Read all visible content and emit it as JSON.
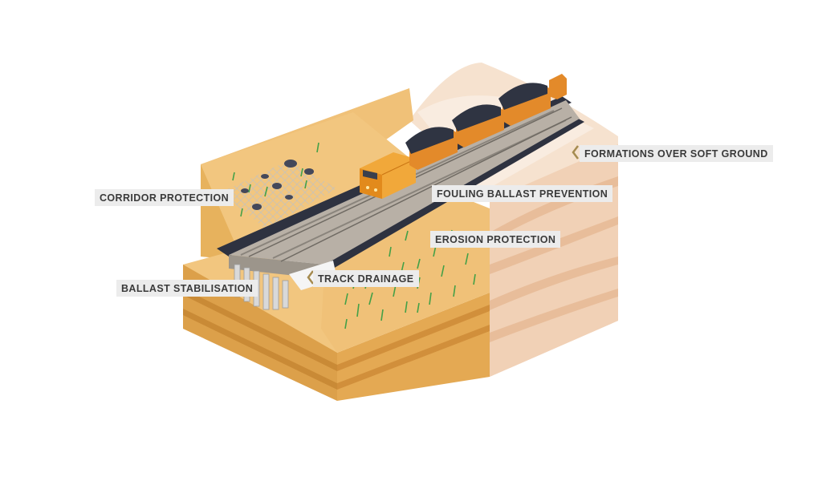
{
  "labels": {
    "corridor_protection": "CORRIDOR PROTECTION",
    "ballast_stabilisation": "BALLAST STABILISATION",
    "track_drainage": "TRACK DRAINAGE",
    "fouling_ballast_prevention": "FOULING BALLAST PREVENTION",
    "erosion_protection": "EROSION PROTECTION",
    "formations_over_soft_ground": "FORMATIONS OVER SOFT GROUND"
  },
  "colors": {
    "ground_top": "#f0c178",
    "ground_left": "#d9a24e",
    "ground_right": "#f3d5bd",
    "ballast": "#2e3240",
    "track_bed": "#b5ada4",
    "locomotive": "#f1a83a",
    "grass": "#4caf50",
    "chevron": "#a58b4f",
    "label_bg": "#ececec"
  }
}
